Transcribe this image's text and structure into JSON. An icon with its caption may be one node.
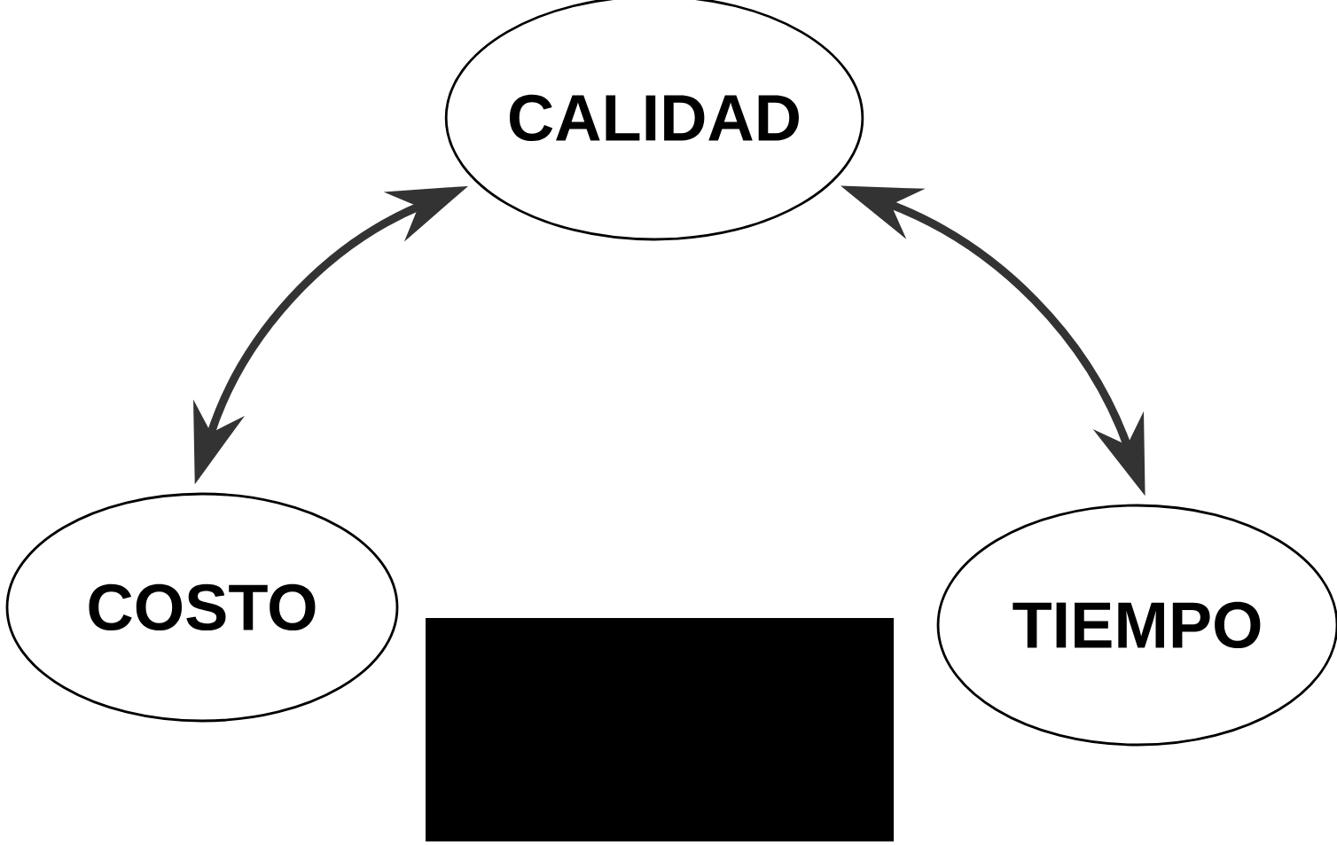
{
  "diagram": {
    "nodes": [
      {
        "text": [
          "CALIDAD"
        ]
      },
      {
        "text": [
          "COSTO"
        ]
      },
      {
        "text": [
          "TIEMPO"
        ]
      },
      {
        "text": [],
        "shape": "box"
      }
    ],
    "edges": [
      {
        "from": 0,
        "to": 1,
        "arrow": "both"
      },
      {
        "from": 0,
        "to": 2,
        "arrow": "both"
      }
    ]
  }
}
